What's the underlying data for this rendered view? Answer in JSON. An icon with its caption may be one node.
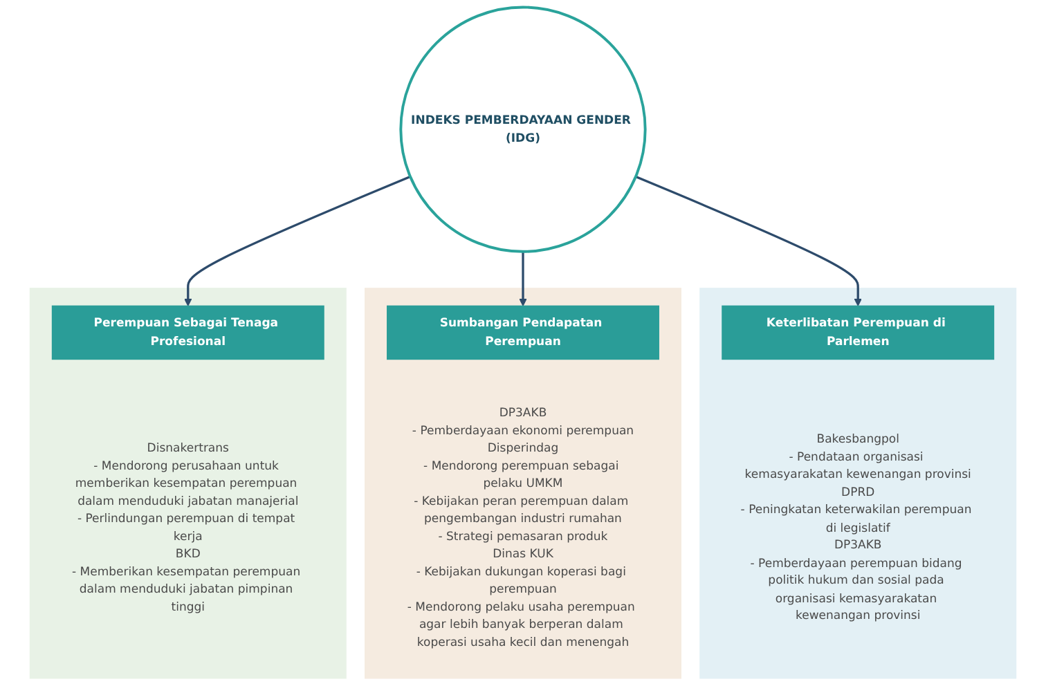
{
  "diagram": {
    "nodes": [
      {
        "text": [],
        "shape": "box"
      },
      {
        "text": [
          "Keterlibatan Perempuan di Parlemen"
        ],
        "in": 0,
        "beside": [
          "Bakesbangpol",
          "- Pendataan organisasi kemasyarakatan kewenangan provinsi",
          "DPRD",
          "- Peningkatan keterwakilan perempuan di legislatif",
          "DP3AKB",
          "- Pemberdayaan perempuan bidang politik hukum dan sosial pada organisasi kemasyarakatan kewenangan provinsi"
        ]
      },
      {
        "text": [
          "INDEKS PEMBERDAYAAN GENDER (IDG)"
        ]
      },
      {
        "text": [],
        "shape": "box"
      },
      {
        "text": [
          "Sumbangan Pendapatan Perempuan"
        ],
        "in": 3,
        "beside": [
          "DP3AKB",
          "- Pemberdayaan ekonomi perempuan",
          "Disperindag",
          "- Mendorong perempuan sebagai pelaku UMKM",
          "- Kebijakan peran perempuan dalam pengembangan industri rumahan",
          "- Strategi pemasaran produk",
          "Dinas KUK",
          "- Kebijakan dukungan koperasi bagi perempuan",
          "- Mendorong pelaku usaha perempuan agar lebih banyak berperan dalam koperasi usaha kecil dan menengah"
        ]
      },
      {
        "text": [],
        "shape": "box"
      },
      {
        "text": [
          "Perempuan Sebagai Tenaga Profesional"
        ],
        "in": 5,
        "beside": [
          "Disnakertrans",
          "- Mendorong perusahaan untuk memberikan kesempatan perempuan dalam menduduki jabatan manajerial",
          "- Perlindungan perempuan di tempat kerja",
          "BKD",
          "- Memberikan kesempatan perempuan dalam menduduki jabatan pimpinan tinggi"
        ]
      }
    ],
    "edges": [
      {
        "from": 2,
        "to": 1,
        "arrow": "to"
      },
      {
        "from": 2,
        "to": 4,
        "arrow": "to"
      },
      {
        "from": 2,
        "to": 6,
        "arrow": "to"
      }
    ]
  }
}
